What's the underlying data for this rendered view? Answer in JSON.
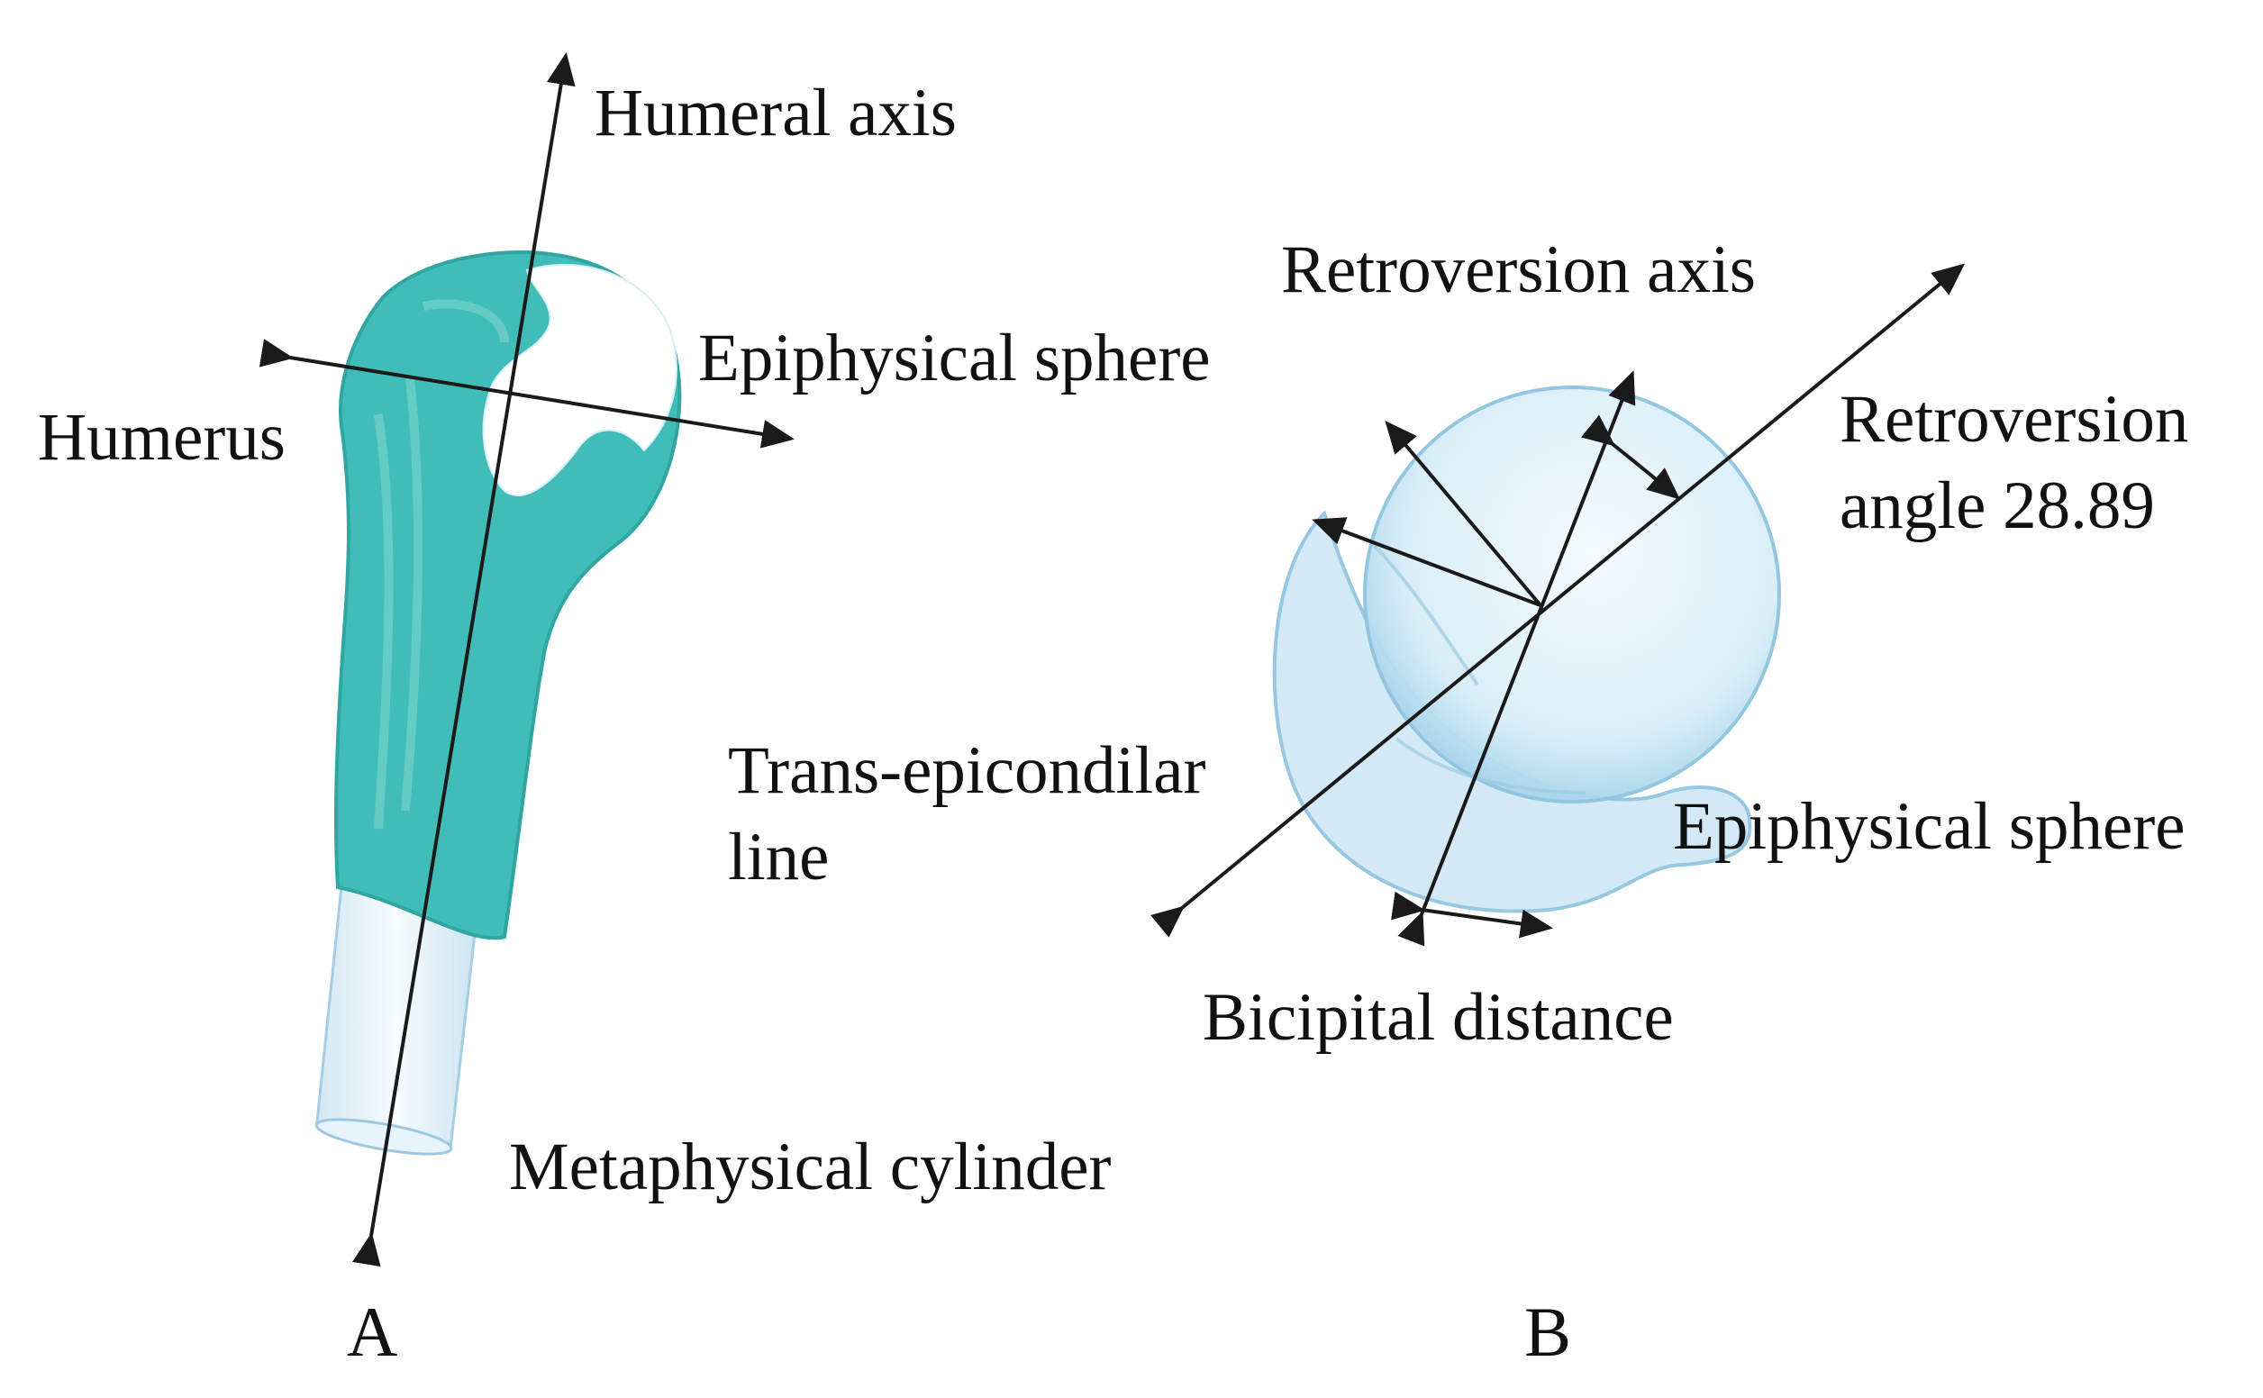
{
  "panel_a": {
    "letter": "A",
    "labels": {
      "humeral_axis": "Humeral axis",
      "epiphysical_sphere": "Epiphysical sphere",
      "humerus": "Humerus",
      "metaphysical_cylinder": "Metaphysical cylinder"
    }
  },
  "panel_b": {
    "letter": "B",
    "labels": {
      "retroversion_axis": "Retroversion axis",
      "retroversion_angle_line1": "Retroversion",
      "retroversion_angle_line2": "angle 28.89",
      "trans_epicondilar_line1": "Trans-epicondilar",
      "trans_epicondilar_line2": "line",
      "epiphysical_sphere": "Epiphysical sphere",
      "bicipital_distance": "Bicipital distance"
    }
  },
  "colors": {
    "bone": "#3fbdb8",
    "sphere": "#dbeef8",
    "sphere_edge": "#8fc6e0",
    "line": "#1a1a1a"
  }
}
